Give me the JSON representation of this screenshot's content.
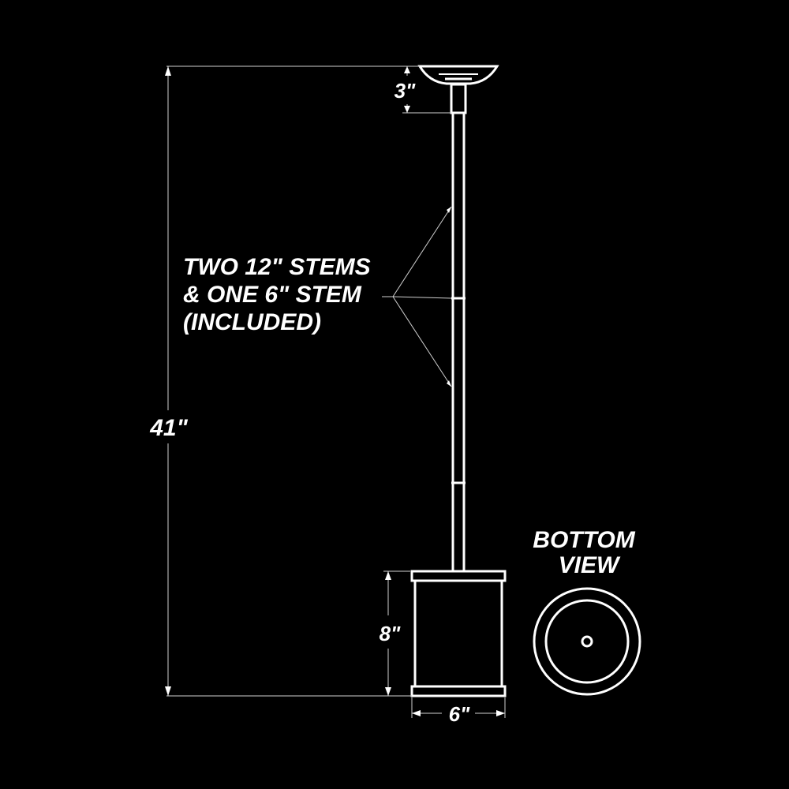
{
  "labels": {
    "stems_line1": "TWO 12\" STEMS",
    "stems_line2": "& ONE 6\" STEM",
    "stems_line3": "(INCLUDED)",
    "overall_height": "41\"",
    "canopy_height": "3\"",
    "shade_height": "8\"",
    "shade_width": "6\"",
    "bottom_view_line1": "BOTTOM",
    "bottom_view_line2": "VIEW"
  },
  "colors": {
    "background": "#000000",
    "line": "#ffffff"
  }
}
